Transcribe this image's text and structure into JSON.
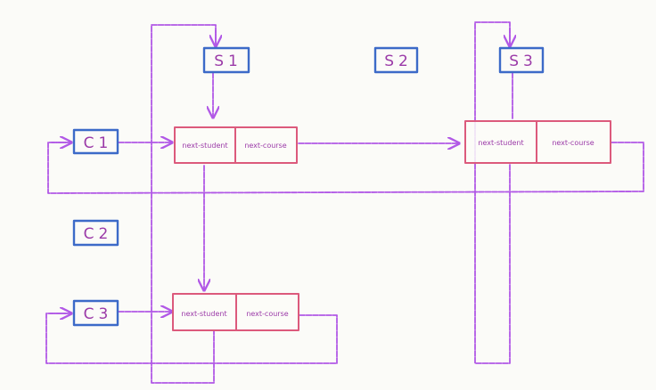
{
  "labels": {
    "s1": "S1",
    "s2": "S2",
    "s3": "S3",
    "c1": "C1",
    "c2": "C2",
    "c3": "C3"
  },
  "nodes": {
    "n1": {
      "student": "next-student",
      "course": "next-course"
    },
    "n2": {
      "student": "next-student",
      "course": "next-course"
    },
    "n3": {
      "student": "next-student",
      "course": "next-course"
    }
  },
  "colors": {
    "blue": "#3c6ac8",
    "pink": "#dc5a7c",
    "purple": "#b158e6",
    "text": "#9b3aa8",
    "background": "#fbfbf8"
  }
}
